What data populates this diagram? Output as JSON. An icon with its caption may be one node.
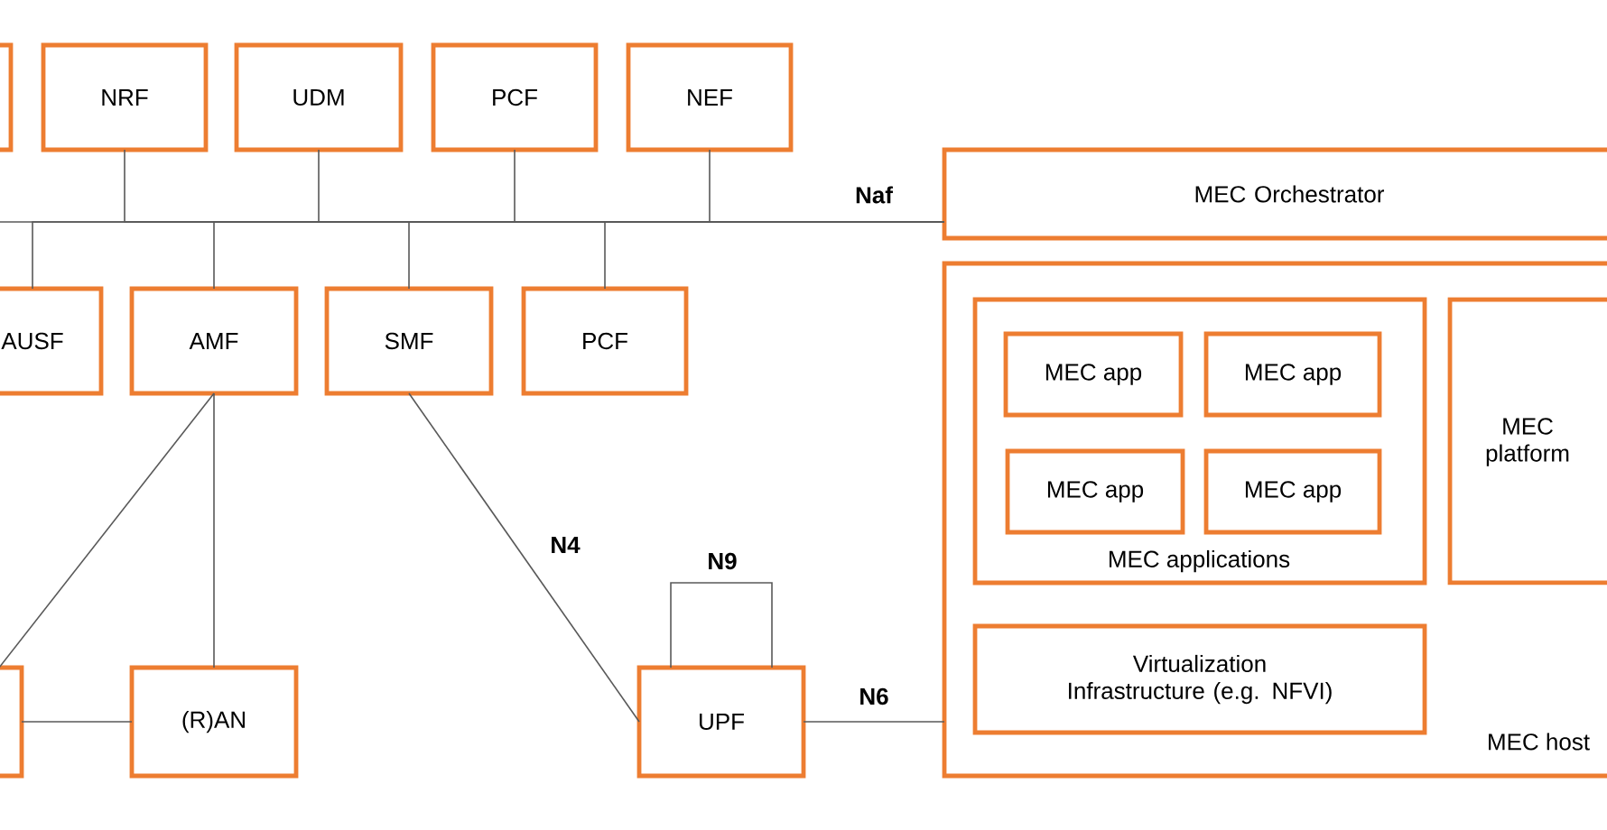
{
  "diagram": {
    "nodes": [
      {
        "text": [],
        "shape": "box"
      },
      {
        "text": [
          "NRF"
        ]
      },
      {
        "text": [
          "UDM"
        ]
      },
      {
        "text": [
          "PCF"
        ]
      },
      {
        "text": [
          "NEF"
        ]
      },
      {
        "text": [
          "MEC Orchestrator"
        ]
      },
      {
        "text": [
          "AUSF"
        ]
      },
      {
        "text": [
          "AMF"
        ]
      },
      {
        "text": [
          "SMF"
        ]
      },
      {
        "text": [
          "PCF"
        ]
      },
      {
        "text": [
          "MEC host"
        ]
      },
      {
        "text": [
          "MEC applications"
        ],
        "in": 10
      },
      {
        "text": [
          "MEC app"
        ],
        "in": 11
      },
      {
        "text": [
          "MEC app"
        ],
        "in": 11
      },
      {
        "text": [
          "MEC app"
        ],
        "in": 11
      },
      {
        "text": [
          "MEC app"
        ],
        "in": 11
      },
      {
        "text": [
          "MEC platform"
        ],
        "in": 10
      },
      {
        "text": [
          "Virtualization Infrastructure (e.g. NFVI)"
        ],
        "in": 10
      },
      {
        "text": [],
        "shape": "box"
      },
      {
        "text": [
          "(R)AN"
        ]
      },
      {
        "text": [
          "UPF"
        ]
      }
    ],
    "edges": [
      {
        "from": 0,
        "to": 5,
        "arrow": "none"
      },
      {
        "from": 1,
        "to": 5,
        "arrow": "none"
      },
      {
        "from": 2,
        "to": 5,
        "arrow": "none"
      },
      {
        "from": 3,
        "to": 5,
        "arrow": "none"
      },
      {
        "from": 4,
        "to": 5,
        "arrow": "none",
        "label": "Naf"
      },
      {
        "from": 6,
        "to": 5,
        "arrow": "none"
      },
      {
        "from": 7,
        "to": 5,
        "arrow": "none"
      },
      {
        "from": 8,
        "to": 5,
        "arrow": "none"
      },
      {
        "from": 9,
        "to": 5,
        "arrow": "none"
      },
      {
        "from": 7,
        "to": 18,
        "arrow": "none"
      },
      {
        "from": 18,
        "to": 19,
        "arrow": "none"
      },
      {
        "from": 7,
        "to": 19,
        "arrow": "none"
      },
      {
        "from": 8,
        "to": 20,
        "arrow": "none",
        "label": "N4"
      },
      {
        "from": 20,
        "to": 20,
        "arrow": "none",
        "label": "N9"
      },
      {
        "from": 20,
        "to": 10,
        "arrow": "none",
        "label": "N6"
      }
    ]
  }
}
